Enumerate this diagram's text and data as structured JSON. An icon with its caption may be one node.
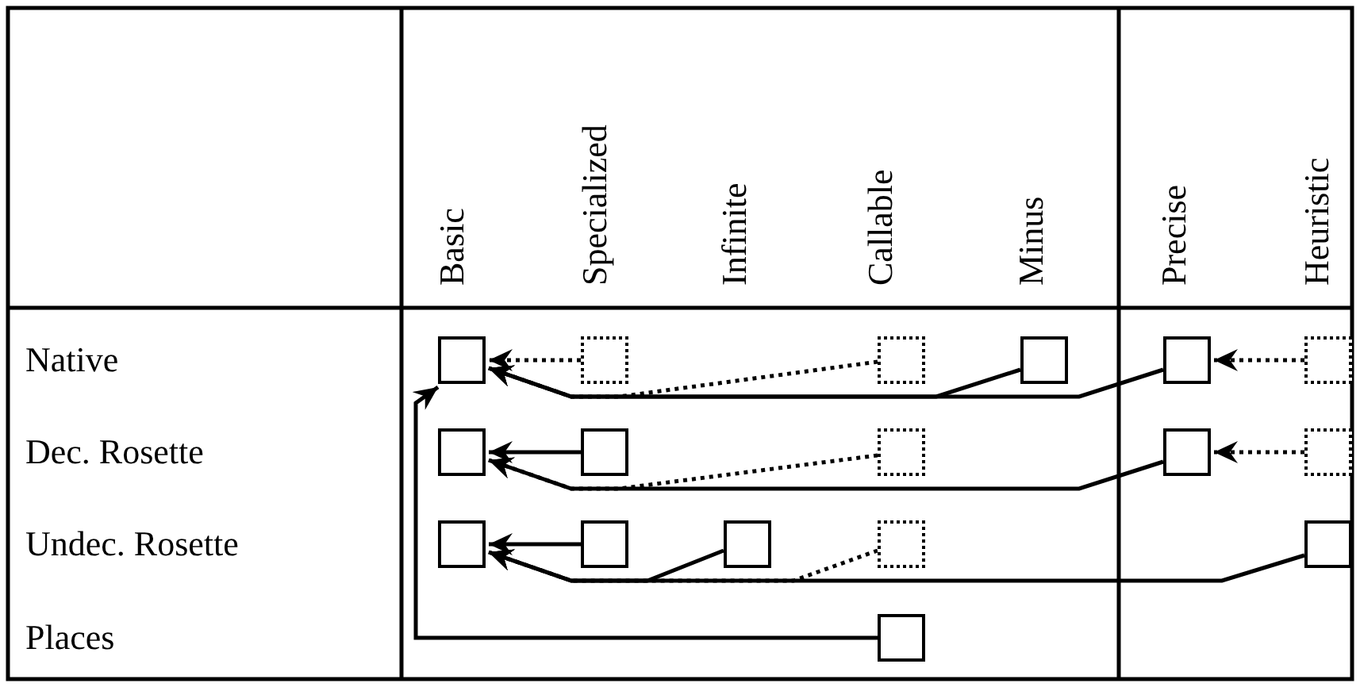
{
  "diagram": {
    "nodes": [
      {
        "text": [],
        "shape": "box"
      },
      {
        "text": [],
        "shape": "box"
      },
      {
        "text": [],
        "shape": "box"
      },
      {
        "text": [],
        "shape": "box"
      },
      {
        "text": [],
        "shape": "box"
      },
      {
        "text": [],
        "shape": "box"
      },
      {
        "text": [],
        "shape": "box"
      },
      {
        "text": [],
        "shape": "box"
      },
      {
        "text": [],
        "shape": "box"
      },
      {
        "text": [],
        "shape": "box"
      },
      {
        "text": [],
        "shape": "box"
      },
      {
        "text": [],
        "shape": "box"
      },
      {
        "text": [],
        "shape": "box"
      },
      {
        "text": [],
        "shape": "box"
      },
      {
        "text": [],
        "shape": "box"
      },
      {
        "text": [],
        "shape": "box"
      },
      {
        "text": [],
        "shape": "box"
      }
    ],
    "edges": [
      {
        "from": 1,
        "to": 0,
        "arrow": "to",
        "style": "dashed"
      },
      {
        "from": 2,
        "to": 0,
        "arrow": "to",
        "style": "dashed"
      },
      {
        "from": 3,
        "to": 0,
        "arrow": "to"
      },
      {
        "from": 4,
        "to": 0,
        "arrow": "to"
      },
      {
        "from": 5,
        "to": 4,
        "arrow": "to",
        "style": "dashed"
      },
      {
        "from": 7,
        "to": 6,
        "arrow": "to"
      },
      {
        "from": 8,
        "to": 6,
        "arrow": "to",
        "style": "dashed"
      },
      {
        "from": 9,
        "to": 6,
        "arrow": "to"
      },
      {
        "from": 10,
        "to": 9,
        "arrow": "to",
        "style": "dashed"
      },
      {
        "from": 12,
        "to": 11,
        "arrow": "to"
      },
      {
        "from": 13,
        "to": 11,
        "arrow": "to"
      },
      {
        "from": 14,
        "to": 11,
        "arrow": "to",
        "style": "dashed"
      },
      {
        "from": 15,
        "to": 11,
        "arrow": "to"
      },
      {
        "from": 16,
        "to": 0,
        "arrow": "to"
      }
    ],
    "labels": [
      "Basic",
      "Specialized",
      "Infinite",
      "Callable",
      "Minus",
      "Precise",
      "Heuristic",
      "Native",
      "Dec. Rosette",
      "Undec. Rosette",
      "Places"
    ]
  }
}
